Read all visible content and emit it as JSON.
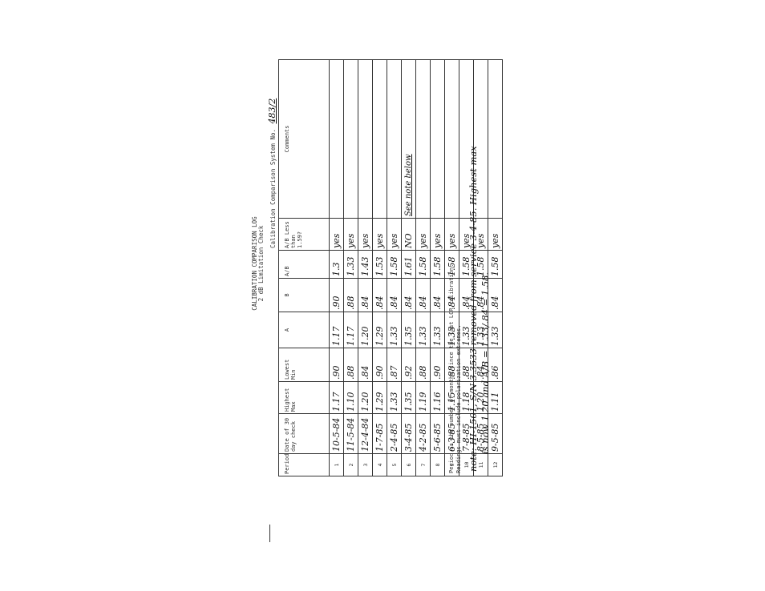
{
  "title": "CALIBRATION COMPARISON LOG",
  "subtitle": "2 dB Limitation Check",
  "system_label": "Calibration Comparison System No.",
  "system_no": "483/2",
  "columns": [
    "Period",
    "Date of 30 day check",
    "Highest Max",
    "Lowest Min",
    "A",
    "B",
    "A/B",
    "A/B Less than 1.59?",
    "Comments"
  ],
  "rows": [
    {
      "period": "1",
      "date": "10-5-84",
      "max": "1.17",
      "min": ".90",
      "a": "1.17",
      "b": ".90",
      "ab": "1.3",
      "less": "yes",
      "comments": ""
    },
    {
      "period": "2",
      "date": "11-5-84",
      "max": "1.10",
      "min": ".88",
      "a": "1.17",
      "b": ".88",
      "ab": "1.33",
      "less": "yes",
      "comments": ""
    },
    {
      "period": "3",
      "date": "12-4-84",
      "max": "1.20",
      "min": ".84",
      "a": "1.20",
      "b": ".84",
      "ab": "1.43",
      "less": "yes",
      "comments": ""
    },
    {
      "period": "4",
      "date": "1-7-85",
      "max": "1.29",
      "min": ".90",
      "a": "1.29",
      "b": ".84",
      "ab": "1.53",
      "less": "yes",
      "comments": ""
    },
    {
      "period": "5",
      "date": "2-4-85",
      "max": "1.33",
      "min": ".87",
      "a": "1.33",
      "b": ".84",
      "ab": "1.58",
      "less": "yes",
      "comments": ""
    },
    {
      "period": "6",
      "date": "3-4-85",
      "max": "1.35",
      "min": ".92",
      "a": "1.35",
      "b": ".84",
      "ab": "1.61",
      "less": "NO",
      "comments": "See note below"
    },
    {
      "period": "7",
      "date": "4-2-85",
      "max": "1.19",
      "min": ".88",
      "a": "1.33",
      "b": ".84",
      "ab": "1.58",
      "less": "yes",
      "comments": ""
    },
    {
      "period": "8",
      "date": "5-6-85",
      "max": "1.16",
      "min": ".90",
      "a": "1.33",
      "b": ".84",
      "ab": "1.58",
      "less": "yes",
      "comments": ""
    },
    {
      "period": "9",
      "date": "6-3-85",
      "max": "1.15",
      "min": ".88",
      "a": "1.33",
      "b": ".84",
      "ab": "1.58",
      "less": "yes",
      "comments": ""
    },
    {
      "period": "10",
      "date": "7-8-85",
      "max": "1.18",
      "min": ".88",
      "a": "1.33",
      "b": ".84",
      "ab": "1.58",
      "less": "yes",
      "comments": ""
    },
    {
      "period": "11",
      "date": "8-5-85",
      "max": "1.20",
      "min": ".84",
      "a": "1.33",
      "b": ".84",
      "ab": "1.58",
      "less": "yes",
      "comments": ""
    },
    {
      "period": "12",
      "date": "9-5-85",
      "max": "1.11",
      "min": ".86",
      "a": "1.33",
      "b": ".84",
      "ab": "1.58",
      "less": "yes",
      "comments": ""
    }
  ],
  "footnote_1": "Period is the number of months since the last LCR calibration.",
  "footnote_2": "Readings must include polarization extremes.",
  "handwritten_note_1": "note: HI-1501, S/N 3.3533 removed from service 3-4-85. Highest max",
  "handwritten_note_2": "is now 1.20 and A/B = 1.33/.84 = 1.58."
}
